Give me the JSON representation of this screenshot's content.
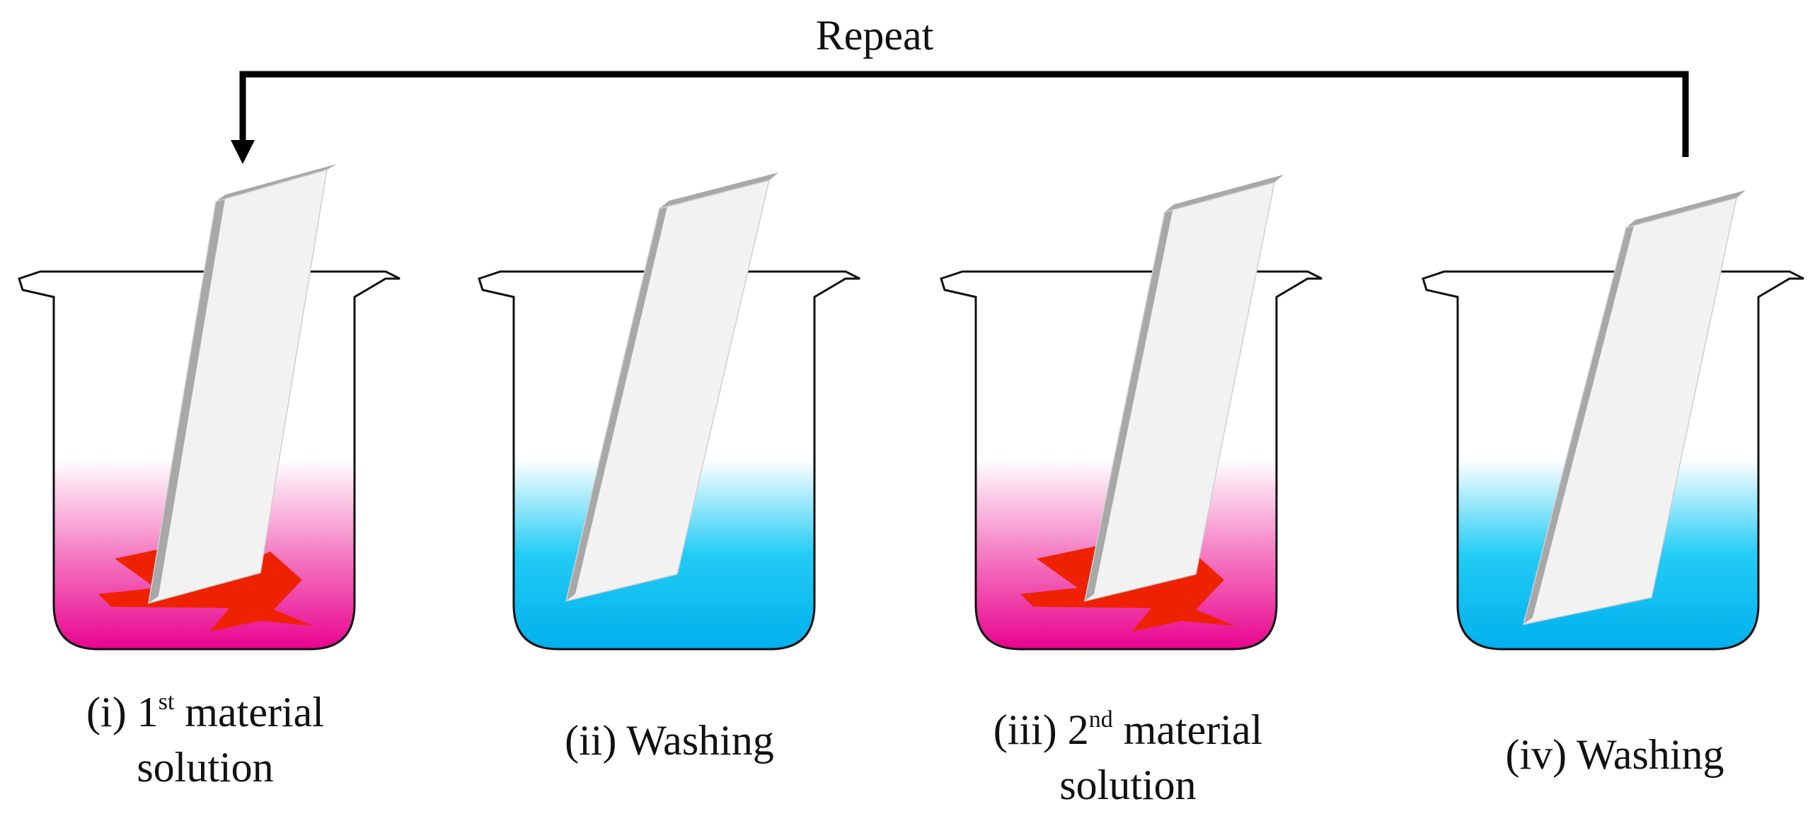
{
  "repeat_label": "Repeat",
  "steps": [
    {
      "number": "(i) 1",
      "sup": "st",
      "rest": " material",
      "line2": "solution",
      "solution": "pink",
      "has_material": true
    },
    {
      "number": "(ii) Washing",
      "sup": "",
      "rest": "",
      "line2": "",
      "solution": "blue",
      "has_material": false
    },
    {
      "number": "(iii) 2",
      "sup": "nd",
      "rest": " material",
      "line2": "solution",
      "solution": "pink",
      "has_material": true
    },
    {
      "number": "(iv) Washing",
      "sup": "",
      "rest": "",
      "line2": "",
      "solution": "blue",
      "has_material": false
    }
  ],
  "colors": {
    "pink_solution": "#e8038f",
    "blue_solution": "#00b4f0",
    "material": "#ee2200",
    "arrow": "#000000",
    "slide_face": "#f2f2f2",
    "slide_edge": "#a8a8a8"
  }
}
